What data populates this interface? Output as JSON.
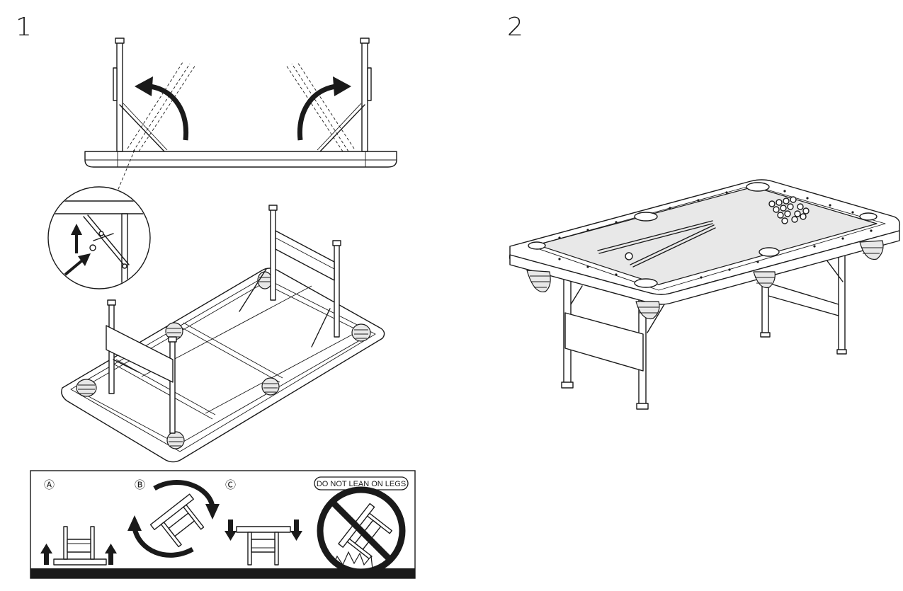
{
  "steps": [
    {
      "number": "1"
    },
    {
      "number": "2"
    }
  ],
  "flip_panel": {
    "labels": [
      "Ⓐ",
      "Ⓑ",
      "Ⓒ"
    ],
    "warning": "DO NOT LEAN ON LEGS"
  },
  "colors": {
    "ink": "#1a1a1a",
    "background": "#ffffff"
  },
  "icons": [
    "rotate-arrow-icon",
    "up-arrow-icon",
    "down-arrow-icon",
    "prohibition-icon",
    "impact-burst-icon"
  ]
}
